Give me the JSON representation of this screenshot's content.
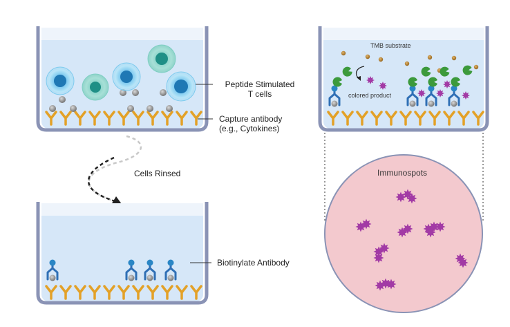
{
  "labels": {
    "peptide_line1": "Peptide Stimulated",
    "peptide_line2": "T cells",
    "capture_line1": "Capture antibody",
    "capture_line2": "(e.g., Cytokines)",
    "cells_rinsed": "Cells Rinsed",
    "biotinylate": "Biotinylate Antibody",
    "tmb_substrate": "TMB substrate",
    "colored_product": "colored product",
    "immunospots": "Immunospots"
  },
  "colors": {
    "well_wall": "#8a93b5",
    "well_top": "#eef4fb",
    "well_liquid": "#d6e7f8",
    "capture_antibody": "#e3a127",
    "detection_antibody": "#2f6fb5",
    "biotin": "#2a86c5",
    "enzyme": "#3c9a3c",
    "product": "#a23aa5",
    "substrate": "#b5802f",
    "cytokine": "#9a9a9a",
    "spot_background": "#f3c9ce"
  },
  "icons": [
    "t-cell-icon",
    "capture-antibody-icon",
    "detection-antibody-icon",
    "enzyme-icon",
    "colored-product-icon",
    "immunospot-icon"
  ]
}
